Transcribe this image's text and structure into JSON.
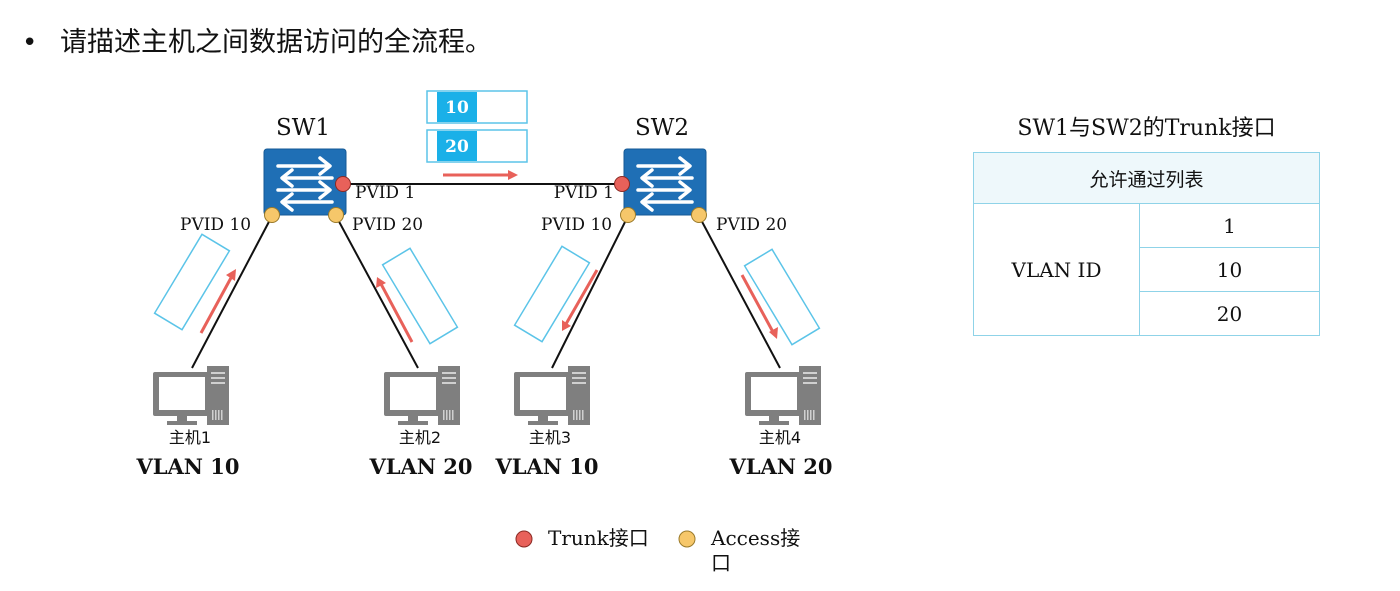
{
  "question": {
    "bullet": "•",
    "text": "请描述主机之间数据访问的全流程。"
  },
  "switches": [
    {
      "id": "sw1",
      "label": "SW1"
    },
    {
      "id": "sw2",
      "label": "SW2"
    }
  ],
  "ports": {
    "sw1_trunk": "PVID 1",
    "sw2_trunk": "PVID 1",
    "sw1_left": "PVID 10",
    "sw1_right": "PVID 20",
    "sw2_left": "PVID 10",
    "sw2_right": "PVID 20"
  },
  "frame_tags": [
    "10",
    "20"
  ],
  "hosts": [
    {
      "name": "主机1",
      "vlan": "VLAN 10"
    },
    {
      "name": "主机2",
      "vlan": "VLAN 20"
    },
    {
      "name": "主机3",
      "vlan": "VLAN 10"
    },
    {
      "name": "主机4",
      "vlan": "VLAN 20"
    }
  ],
  "legend": {
    "trunk": "Trunk接口",
    "access_line1": "Access接",
    "access_line2": "口"
  },
  "table": {
    "title": "SW1与SW2的Trunk接口",
    "header": "允许通过列表",
    "row_label": "VLAN ID",
    "values": [
      "1",
      "10",
      "20"
    ]
  },
  "colors": {
    "switch_blue": "#1f6fb5",
    "trunk_port": "#e8615a",
    "access_port": "#f6c76a",
    "accent_cyan": "#1ab0e8",
    "arrow_red": "#e8615a",
    "host_gray": "#7f7f7f"
  }
}
